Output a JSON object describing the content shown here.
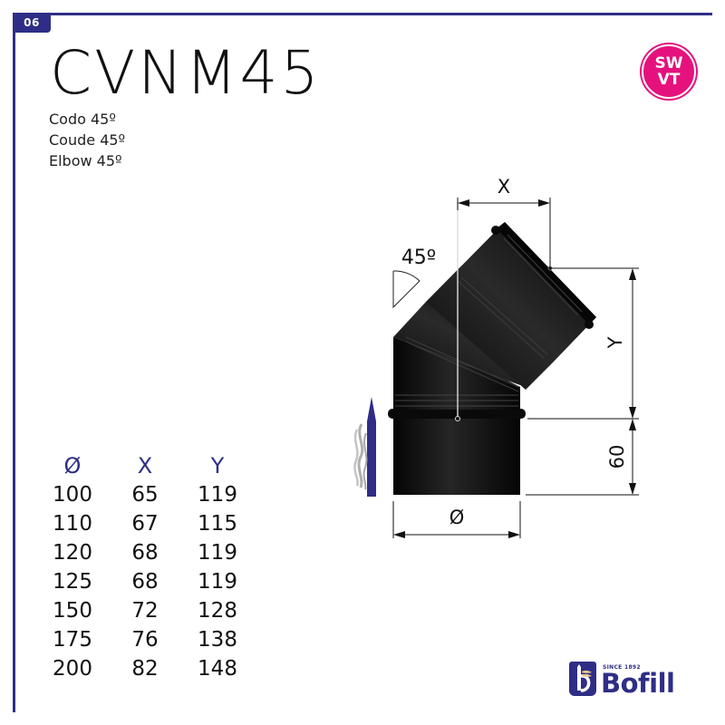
{
  "page": {
    "number": "06",
    "title": "CVNM45",
    "subtitles": [
      "Codo 45º",
      "Coude 45º",
      "Elbow 45º"
    ],
    "badge": {
      "line1": "SW",
      "line2": "VT",
      "color": "#e5127d"
    },
    "accent_color": "#2e2e86"
  },
  "table": {
    "headers": [
      "Ø",
      "X",
      "Y"
    ],
    "rows": [
      [
        "100",
        "65",
        "119"
      ],
      [
        "110",
        "67",
        "115"
      ],
      [
        "120",
        "68",
        "119"
      ],
      [
        "125",
        "68",
        "119"
      ],
      [
        "150",
        "72",
        "128"
      ],
      [
        "175",
        "76",
        "138"
      ],
      [
        "200",
        "82",
        "148"
      ]
    ]
  },
  "drawing": {
    "angle_label": "45º",
    "dim_x_label": "X",
    "dim_y_label": "Y",
    "dim_height_label": "60",
    "dim_diameter_label": "Ø",
    "flow_icon": "smoke-upward-arrow-icon"
  },
  "brand": {
    "since": "SINCE 1892",
    "name": "Bofill"
  }
}
